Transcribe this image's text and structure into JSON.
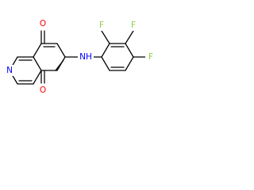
{
  "structure": {
    "atoms": {
      "o_top": "O",
      "o_bottom": "O",
      "n_ring": "N",
      "nh_link": "NH",
      "f_ortho": "F",
      "f_meta": "F",
      "f_para": "F"
    },
    "colors": {
      "bond": "#000000",
      "oxygen": "#ff0000",
      "nitrogen": "#0000ff",
      "fluorine": "#8fcf46"
    }
  }
}
